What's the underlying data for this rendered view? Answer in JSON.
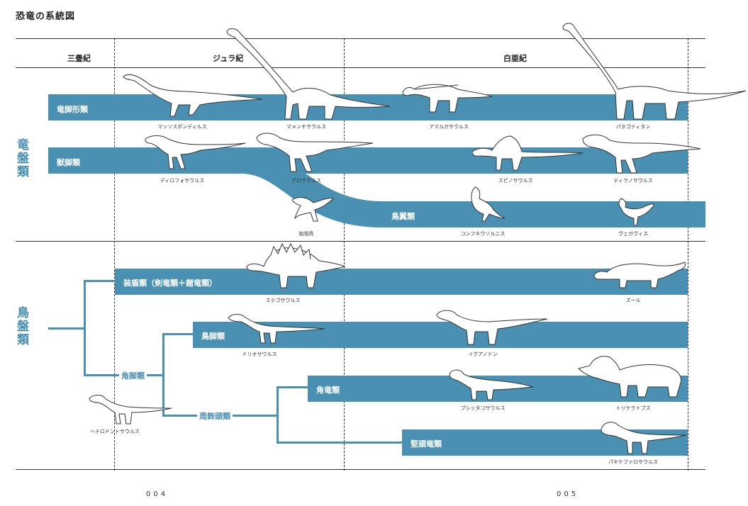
{
  "title": "恐竜の系統図",
  "periods": {
    "triassic": "三畳紀",
    "jurassic": "ジュラ紀",
    "cretaceous": "白亜紀"
  },
  "groups": {
    "saurischia": "竜盤類",
    "ornithischia": "鳥盤類"
  },
  "clades": {
    "sauropodomorpha": "竜脚形類",
    "theropoda": "獣脚類",
    "aves": "鳥翼類",
    "thyreophora": "装盾類（剣竜類＋鎧竜類）",
    "ornithopoda": "鳥脚類",
    "ceratopsia": "角竜類",
    "pachycephalosauria": "堅頭竜類",
    "cerapoda": "角脚類",
    "marginocephalia": "周飾頭類"
  },
  "species": {
    "massospondylus": "マッソスポンディルス",
    "mamenchisaurus": "マメンチサウルス",
    "amargasaurus": "アマルガサウルス",
    "patagotitan": "パタゴティタン",
    "dilophosaurus": "ディロフォサウルス",
    "allosaurus": "アロサウルス",
    "spinosaurus": "スピノサウルス",
    "tyrannosaurus": "ティラノサウルス",
    "archaeopteryx": "始祖鳥",
    "confuciusornis": "コンフキウソルニス",
    "vegavis": "ヴェガヴィス",
    "stegosaurus": "ステゴサウルス",
    "zuul": "ズール",
    "dryosaurus": "ドリオサウルス",
    "iguanodon": "イグアノドン",
    "heterodontosaurus": "ヘテロドントサウルス",
    "psittacosaurus": "プシッタコサウルス",
    "triceratops": "トリケラトプス",
    "pachycephalosaurus": "パキケファロサウルス"
  },
  "pages": {
    "left": "004",
    "right": "005"
  },
  "colors": {
    "band": "#4a90b2",
    "line": "#333333"
  }
}
